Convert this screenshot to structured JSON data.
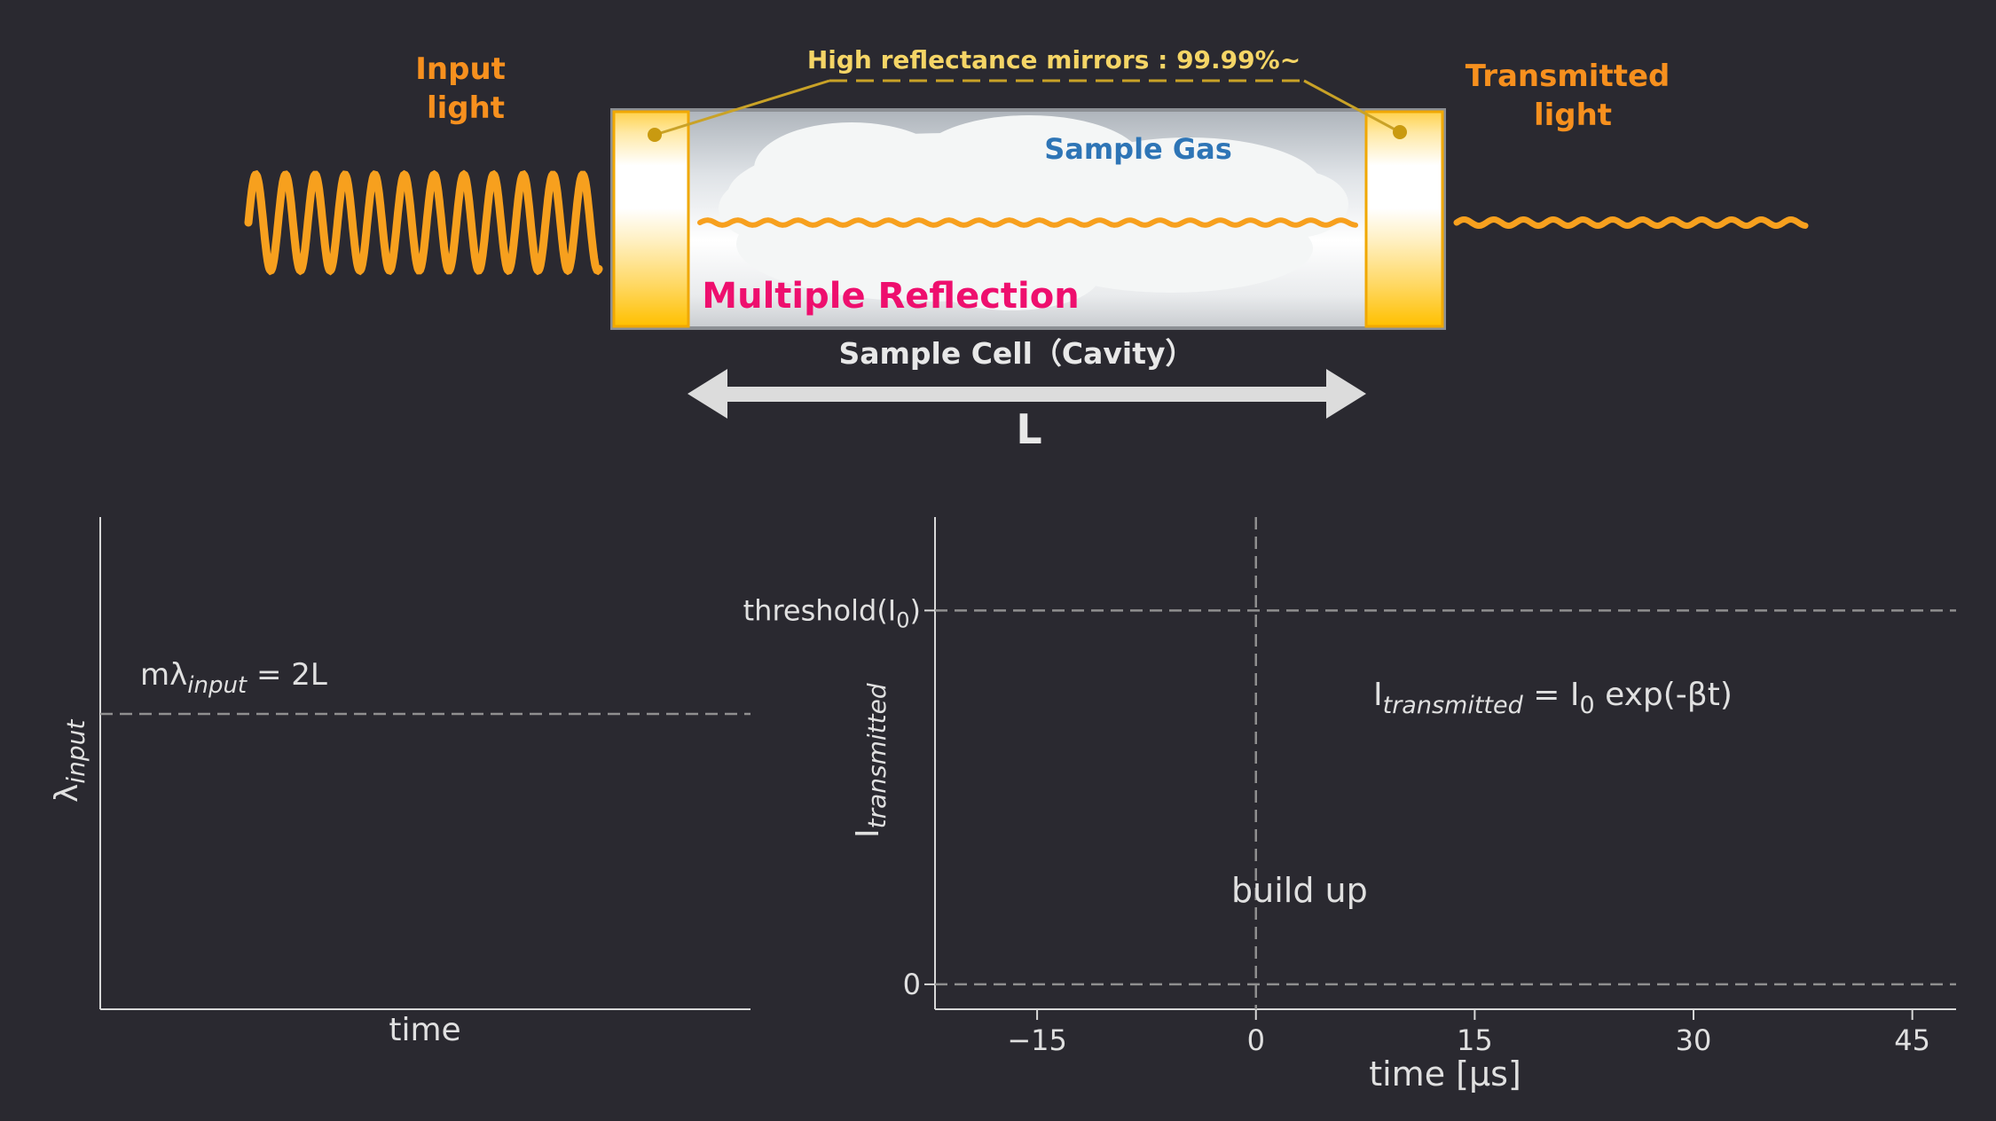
{
  "diagram": {
    "input_label": [
      "Input",
      "light"
    ],
    "transmitted_label": [
      "Transmitted",
      "light"
    ],
    "mirror_label": "High reflectance mirrors : 99.99%~",
    "gas_label": "Sample Gas",
    "reflection_label": "Multiple Reflection",
    "cell_label": "Sample Cell（Cavity）",
    "length_label": "L",
    "colors": {
      "background": "#2a2930",
      "light_wave": "#f7a01e",
      "mirror_gold": "#ffc000",
      "gas_blue": "#2e75b6",
      "reflection_pink": "#ee0f6e"
    }
  },
  "left_plot": {
    "xlabel": "time",
    "ylabel": "λ",
    "ylabel_sub": "input",
    "annotation": {
      "prefix": "mλ",
      "sub": "input",
      "suffix": " = 2L"
    }
  },
  "right_plot": {
    "xlabel": "time [μs]",
    "ylabel": "I",
    "ylabel_sub": "transmitted",
    "threshold_label": {
      "prefix": "threshold(I",
      "sub": "0",
      "suffix": ")"
    },
    "zero_label": "0",
    "formula": {
      "prefix": "I",
      "sub1": "transmitted",
      "mid": " = I",
      "sub2": "0",
      "suffix": " exp(-βt)"
    },
    "buildup_label": "build up"
  },
  "chart_data": [
    {
      "type": "line",
      "title": "",
      "xlabel": "time",
      "ylabel": "λinput",
      "series": [],
      "reference_lines": [
        {
          "orientation": "horizontal",
          "style": "dashed",
          "label": "mλinput = 2L"
        }
      ],
      "grid": false
    },
    {
      "type": "line",
      "title": "",
      "xlabel": "time [μs]",
      "ylabel": "Itransmitted",
      "xlim": [
        -22,
        48
      ],
      "xticks": [
        "−15",
        "0",
        "15",
        "30",
        "45"
      ],
      "xtick_values": [
        -15,
        0,
        15,
        30,
        45
      ],
      "ylim": [
        -0.08,
        1.5
      ],
      "yticks": [
        "0",
        "threshold(I0)"
      ],
      "ytick_values": [
        0,
        1.2
      ],
      "series": [],
      "reference_lines": [
        {
          "orientation": "horizontal",
          "value": 0,
          "style": "dashed"
        },
        {
          "orientation": "horizontal",
          "value": 1.2,
          "style": "dashed",
          "label": "threshold(I0)"
        },
        {
          "orientation": "vertical",
          "value": 0,
          "style": "dashed"
        }
      ],
      "annotations": [
        "Itransmitted = I0 exp(-βt)",
        "build up"
      ],
      "grid": false
    }
  ]
}
